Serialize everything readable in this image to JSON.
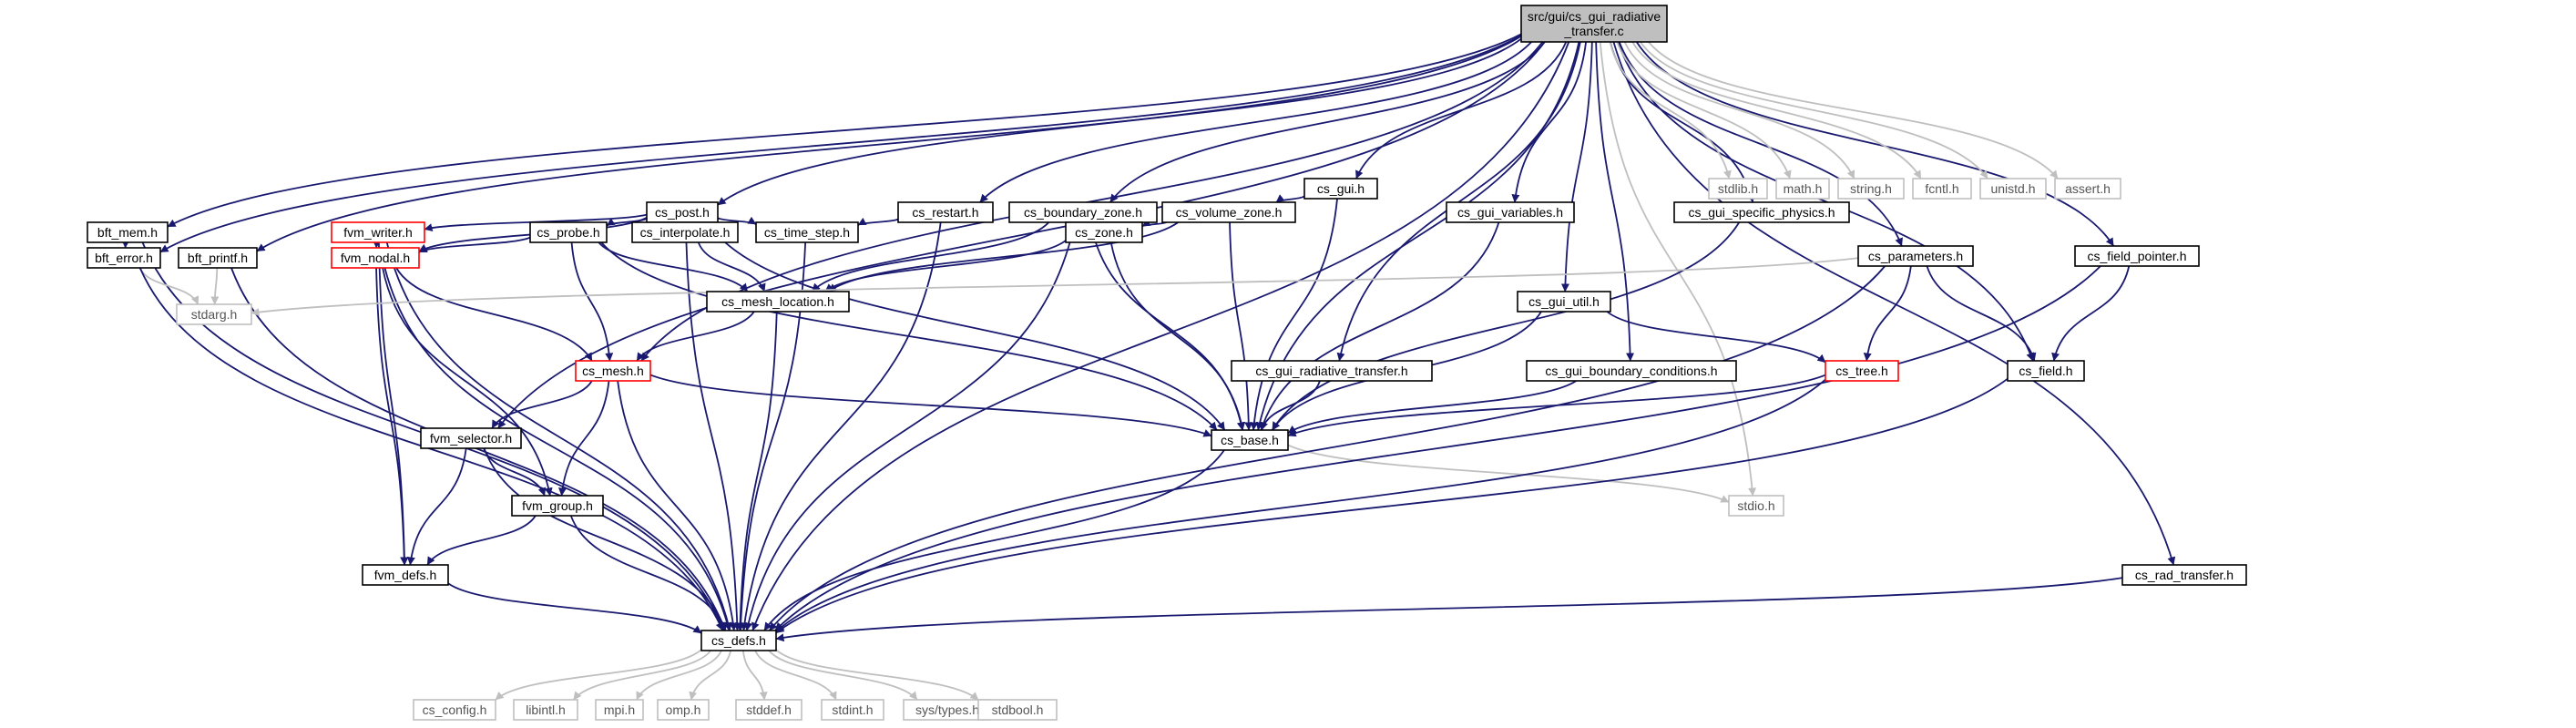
{
  "diagram": {
    "colors": {
      "edge": "#191970",
      "edge_external": "#bfbfbf",
      "node_border": "#000000",
      "node_border_incomplete": "#ff0000",
      "node_border_external": "#bfbfbf",
      "root_fill": "#bfbfbf",
      "node_fill": "#ffffff"
    },
    "nodes": [
      {
        "id": "root",
        "lines": [
          "src/gui/cs_gui_radiative",
          "_transfer.c"
        ],
        "style": "root"
      },
      {
        "id": "bft_mem",
        "lines": [
          "bft_mem.h"
        ],
        "style": "normal"
      },
      {
        "id": "bft_error",
        "lines": [
          "bft_error.h"
        ],
        "style": "normal"
      },
      {
        "id": "bft_printf",
        "lines": [
          "bft_printf.h"
        ],
        "style": "normal"
      },
      {
        "id": "stdarg",
        "lines": [
          "stdarg.h"
        ],
        "style": "external"
      },
      {
        "id": "cs_post",
        "lines": [
          "cs_post.h"
        ],
        "style": "normal"
      },
      {
        "id": "fvm_writer",
        "lines": [
          "fvm_writer.h"
        ],
        "style": "incomplete"
      },
      {
        "id": "cs_probe",
        "lines": [
          "cs_probe.h"
        ],
        "style": "normal"
      },
      {
        "id": "cs_interpolate",
        "lines": [
          "cs_interpolate.h"
        ],
        "style": "normal"
      },
      {
        "id": "cs_time_step",
        "lines": [
          "cs_time_step.h"
        ],
        "style": "normal"
      },
      {
        "id": "cs_restart",
        "lines": [
          "cs_restart.h"
        ],
        "style": "normal"
      },
      {
        "id": "cs_boundary_zone",
        "lines": [
          "cs_boundary_zone.h"
        ],
        "style": "normal"
      },
      {
        "id": "cs_gui",
        "lines": [
          "cs_gui.h"
        ],
        "style": "normal"
      },
      {
        "id": "cs_volume_zone",
        "lines": [
          "cs_volume_zone.h"
        ],
        "style": "normal"
      },
      {
        "id": "cs_zone",
        "lines": [
          "cs_zone.h"
        ],
        "style": "normal"
      },
      {
        "id": "fvm_nodal",
        "lines": [
          "fvm_nodal.h"
        ],
        "style": "incomplete"
      },
      {
        "id": "cs_mesh_location",
        "lines": [
          "cs_mesh_location.h"
        ],
        "style": "normal"
      },
      {
        "id": "cs_mesh",
        "lines": [
          "cs_mesh.h"
        ],
        "style": "incomplete"
      },
      {
        "id": "fvm_selector",
        "lines": [
          "fvm_selector.h"
        ],
        "style": "normal"
      },
      {
        "id": "fvm_group",
        "lines": [
          "fvm_group.h"
        ],
        "style": "normal"
      },
      {
        "id": "fvm_defs",
        "lines": [
          "fvm_defs.h"
        ],
        "style": "normal"
      },
      {
        "id": "cs_defs",
        "lines": [
          "cs_defs.h"
        ],
        "style": "normal"
      },
      {
        "id": "cs_base",
        "lines": [
          "cs_base.h"
        ],
        "style": "normal"
      },
      {
        "id": "cs_gui_variables",
        "lines": [
          "cs_gui_variables.h"
        ],
        "style": "normal"
      },
      {
        "id": "cs_gui_radiative_transfer",
        "lines": [
          "cs_gui_radiative_transfer.h"
        ],
        "style": "normal"
      },
      {
        "id": "cs_gui_util",
        "lines": [
          "cs_gui_util.h"
        ],
        "style": "normal"
      },
      {
        "id": "cs_gui_boundary_conditions",
        "lines": [
          "cs_gui_boundary_conditions.h"
        ],
        "style": "normal"
      },
      {
        "id": "cs_gui_specific_physics",
        "lines": [
          "cs_gui_specific_physics.h"
        ],
        "style": "normal"
      },
      {
        "id": "cs_tree",
        "lines": [
          "cs_tree.h"
        ],
        "style": "incomplete"
      },
      {
        "id": "cs_parameters",
        "lines": [
          "cs_parameters.h"
        ],
        "style": "normal"
      },
      {
        "id": "cs_field",
        "lines": [
          "cs_field.h"
        ],
        "style": "normal"
      },
      {
        "id": "cs_field_pointer",
        "lines": [
          "cs_field_pointer.h"
        ],
        "style": "normal"
      },
      {
        "id": "cs_rad_transfer",
        "lines": [
          "cs_rad_transfer.h"
        ],
        "style": "normal"
      },
      {
        "id": "stdio",
        "lines": [
          "stdio.h"
        ],
        "style": "external"
      },
      {
        "id": "stdlib",
        "lines": [
          "stdlib.h"
        ],
        "style": "external"
      },
      {
        "id": "math",
        "lines": [
          "math.h"
        ],
        "style": "external"
      },
      {
        "id": "string",
        "lines": [
          "string.h"
        ],
        "style": "external"
      },
      {
        "id": "fcntl",
        "lines": [
          "fcntl.h"
        ],
        "style": "external"
      },
      {
        "id": "unistd",
        "lines": [
          "unistd.h"
        ],
        "style": "external"
      },
      {
        "id": "assert",
        "lines": [
          "assert.h"
        ],
        "style": "external"
      },
      {
        "id": "cs_config",
        "lines": [
          "cs_config.h"
        ],
        "style": "external"
      },
      {
        "id": "libintl",
        "lines": [
          "libintl.h"
        ],
        "style": "external"
      },
      {
        "id": "mpi",
        "lines": [
          "mpi.h"
        ],
        "style": "external"
      },
      {
        "id": "omp",
        "lines": [
          "omp.h"
        ],
        "style": "external"
      },
      {
        "id": "stddef",
        "lines": [
          "stddef.h"
        ],
        "style": "external"
      },
      {
        "id": "stdint",
        "lines": [
          "stdint.h"
        ],
        "style": "external"
      },
      {
        "id": "sys_types",
        "lines": [
          "sys/types.h"
        ],
        "style": "external"
      },
      {
        "id": "stdbool",
        "lines": [
          "stdbool.h"
        ],
        "style": "external"
      }
    ],
    "edges": [
      [
        "root",
        "bft_mem"
      ],
      [
        "root",
        "bft_error"
      ],
      [
        "root",
        "bft_printf"
      ],
      [
        "root",
        "cs_defs"
      ],
      [
        "root",
        "fvm_selector"
      ],
      [
        "root",
        "cs_mesh"
      ],
      [
        "root",
        "cs_post"
      ],
      [
        "root",
        "cs_restart"
      ],
      [
        "root",
        "cs_boundary_zone"
      ],
      [
        "root",
        "cs_gui"
      ],
      [
        "root",
        "cs_base"
      ],
      [
        "root",
        "cs_gui_variables"
      ],
      [
        "root",
        "cs_gui_radiative_transfer"
      ],
      [
        "root",
        "cs_gui_util"
      ],
      [
        "root",
        "cs_gui_boundary_conditions"
      ],
      [
        "root",
        "cs_gui_specific_physics"
      ],
      [
        "root",
        "cs_parameters"
      ],
      [
        "root",
        "cs_field"
      ],
      [
        "root",
        "cs_field_pointer"
      ],
      [
        "root",
        "cs_rad_transfer"
      ],
      [
        "root",
        "stdio"
      ],
      [
        "root",
        "stdlib"
      ],
      [
        "root",
        "math"
      ],
      [
        "root",
        "string"
      ],
      [
        "root",
        "fcntl"
      ],
      [
        "root",
        "unistd"
      ],
      [
        "root",
        "assert"
      ],
      [
        "bft_mem",
        "bft_error"
      ],
      [
        "bft_mem",
        "cs_defs"
      ],
      [
        "bft_error",
        "stdarg"
      ],
      [
        "bft_error",
        "cs_defs"
      ],
      [
        "bft_printf",
        "stdarg"
      ],
      [
        "bft_printf",
        "cs_defs"
      ],
      [
        "cs_post",
        "fvm_writer"
      ],
      [
        "cs_post",
        "cs_probe"
      ],
      [
        "cs_post",
        "cs_interpolate"
      ],
      [
        "cs_post",
        "cs_time_step"
      ],
      [
        "cs_post",
        "fvm_nodal"
      ],
      [
        "cs_post",
        "cs_base"
      ],
      [
        "fvm_writer",
        "fvm_nodal"
      ],
      [
        "fvm_writer",
        "fvm_defs"
      ],
      [
        "fvm_writer",
        "cs_defs"
      ],
      [
        "cs_probe",
        "fvm_nodal"
      ],
      [
        "cs_probe",
        "cs_mesh_location"
      ],
      [
        "cs_probe",
        "cs_mesh"
      ],
      [
        "cs_probe",
        "cs_base"
      ],
      [
        "cs_interpolate",
        "cs_mesh_location"
      ],
      [
        "cs_interpolate",
        "cs_defs"
      ],
      [
        "cs_time_step",
        "cs_defs"
      ],
      [
        "cs_restart",
        "cs_time_step"
      ],
      [
        "cs_restart",
        "cs_defs"
      ],
      [
        "cs_boundary_zone",
        "cs_zone"
      ],
      [
        "cs_boundary_zone",
        "cs_mesh_location"
      ],
      [
        "cs_boundary_zone",
        "cs_base"
      ],
      [
        "cs_boundary_zone",
        "cs_defs"
      ],
      [
        "cs_gui",
        "cs_volume_zone"
      ],
      [
        "cs_gui",
        "cs_base"
      ],
      [
        "cs_volume_zone",
        "cs_zone"
      ],
      [
        "cs_volume_zone",
        "cs_mesh_location"
      ],
      [
        "cs_volume_zone",
        "cs_base"
      ],
      [
        "cs_zone",
        "cs_mesh_location"
      ],
      [
        "cs_zone",
        "cs_base"
      ],
      [
        "fvm_nodal",
        "cs_mesh"
      ],
      [
        "fvm_nodal",
        "fvm_group"
      ],
      [
        "fvm_nodal",
        "fvm_defs"
      ],
      [
        "fvm_nodal",
        "cs_defs"
      ],
      [
        "cs_mesh_location",
        "cs_mesh"
      ],
      [
        "cs_mesh_location",
        "cs_defs"
      ],
      [
        "cs_mesh",
        "fvm_selector"
      ],
      [
        "cs_mesh",
        "fvm_group"
      ],
      [
        "cs_mesh",
        "cs_base"
      ],
      [
        "cs_mesh",
        "cs_defs"
      ],
      [
        "fvm_selector",
        "fvm_group"
      ],
      [
        "fvm_selector",
        "fvm_defs"
      ],
      [
        "fvm_selector",
        "cs_defs"
      ],
      [
        "fvm_group",
        "fvm_defs"
      ],
      [
        "fvm_group",
        "cs_defs"
      ],
      [
        "fvm_defs",
        "cs_defs"
      ],
      [
        "cs_base",
        "cs_defs"
      ],
      [
        "cs_base",
        "stdio"
      ],
      [
        "cs_gui_variables",
        "cs_base"
      ],
      [
        "cs_gui_radiative_transfer",
        "cs_base"
      ],
      [
        "cs_gui_util",
        "cs_tree"
      ],
      [
        "cs_gui_util",
        "cs_base"
      ],
      [
        "cs_gui_boundary_conditions",
        "cs_base"
      ],
      [
        "cs_gui_specific_physics",
        "cs_base"
      ],
      [
        "cs_tree",
        "cs_base"
      ],
      [
        "cs_tree",
        "cs_defs"
      ],
      [
        "cs_parameters",
        "stdarg"
      ],
      [
        "cs_parameters",
        "cs_tree"
      ],
      [
        "cs_parameters",
        "cs_field"
      ],
      [
        "cs_parameters",
        "cs_defs"
      ],
      [
        "cs_field",
        "cs_defs"
      ],
      [
        "cs_field_pointer",
        "cs_field"
      ],
      [
        "cs_field_pointer",
        "cs_defs"
      ],
      [
        "cs_rad_transfer",
        "cs_defs"
      ],
      [
        "cs_defs",
        "cs_config"
      ],
      [
        "cs_defs",
        "libintl"
      ],
      [
        "cs_defs",
        "mpi"
      ],
      [
        "cs_defs",
        "omp"
      ],
      [
        "cs_defs",
        "stddef"
      ],
      [
        "cs_defs",
        "stdint"
      ],
      [
        "cs_defs",
        "sys_types"
      ],
      [
        "cs_defs",
        "stdbool"
      ]
    ]
  }
}
